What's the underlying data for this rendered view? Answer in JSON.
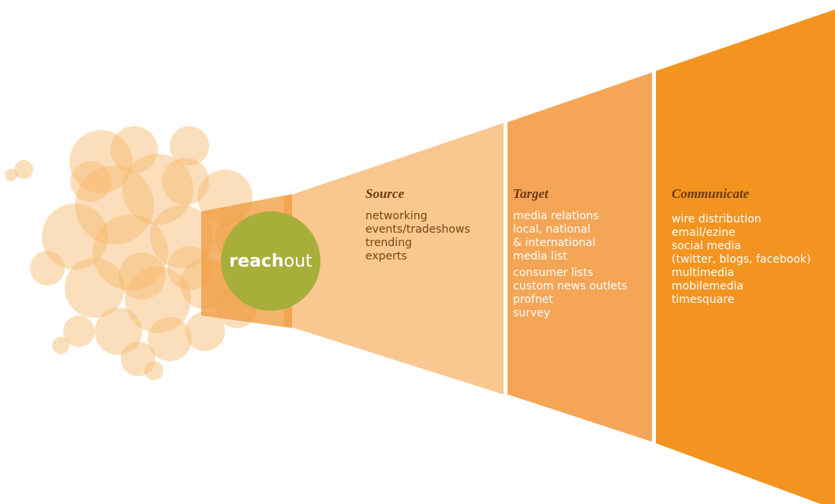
{
  "colors": {
    "bubble": "#f6b76a",
    "bubble_dark": "#ef9a3a",
    "source_panel": "#f9c78f",
    "target_panel": "#f5a556",
    "communicate_panel": "#f39420",
    "logo_circle": "#a8ae3a",
    "heading": "#6b3a10",
    "text_dark": "#6b3a10",
    "text_light": "#ffffff"
  },
  "logo": {
    "bold_part": "reach",
    "light_part": "out"
  },
  "columns": [
    {
      "title": "Source",
      "items": [
        "networking",
        "events/tradeshows",
        "trending",
        "experts"
      ]
    },
    {
      "title": "Target",
      "items": [
        "media relations",
        "local, national",
        "& international",
        "media list",
        "consumer lists",
        "custom news outlets",
        "profnet",
        "survey"
      ]
    },
    {
      "title": "Communicate",
      "items": [
        "wire distribution",
        "email/ezine",
        "social media",
        "(twitter, blogs, facebook)",
        "multimedia",
        "mobilemedia",
        "timesquare"
      ]
    }
  ]
}
